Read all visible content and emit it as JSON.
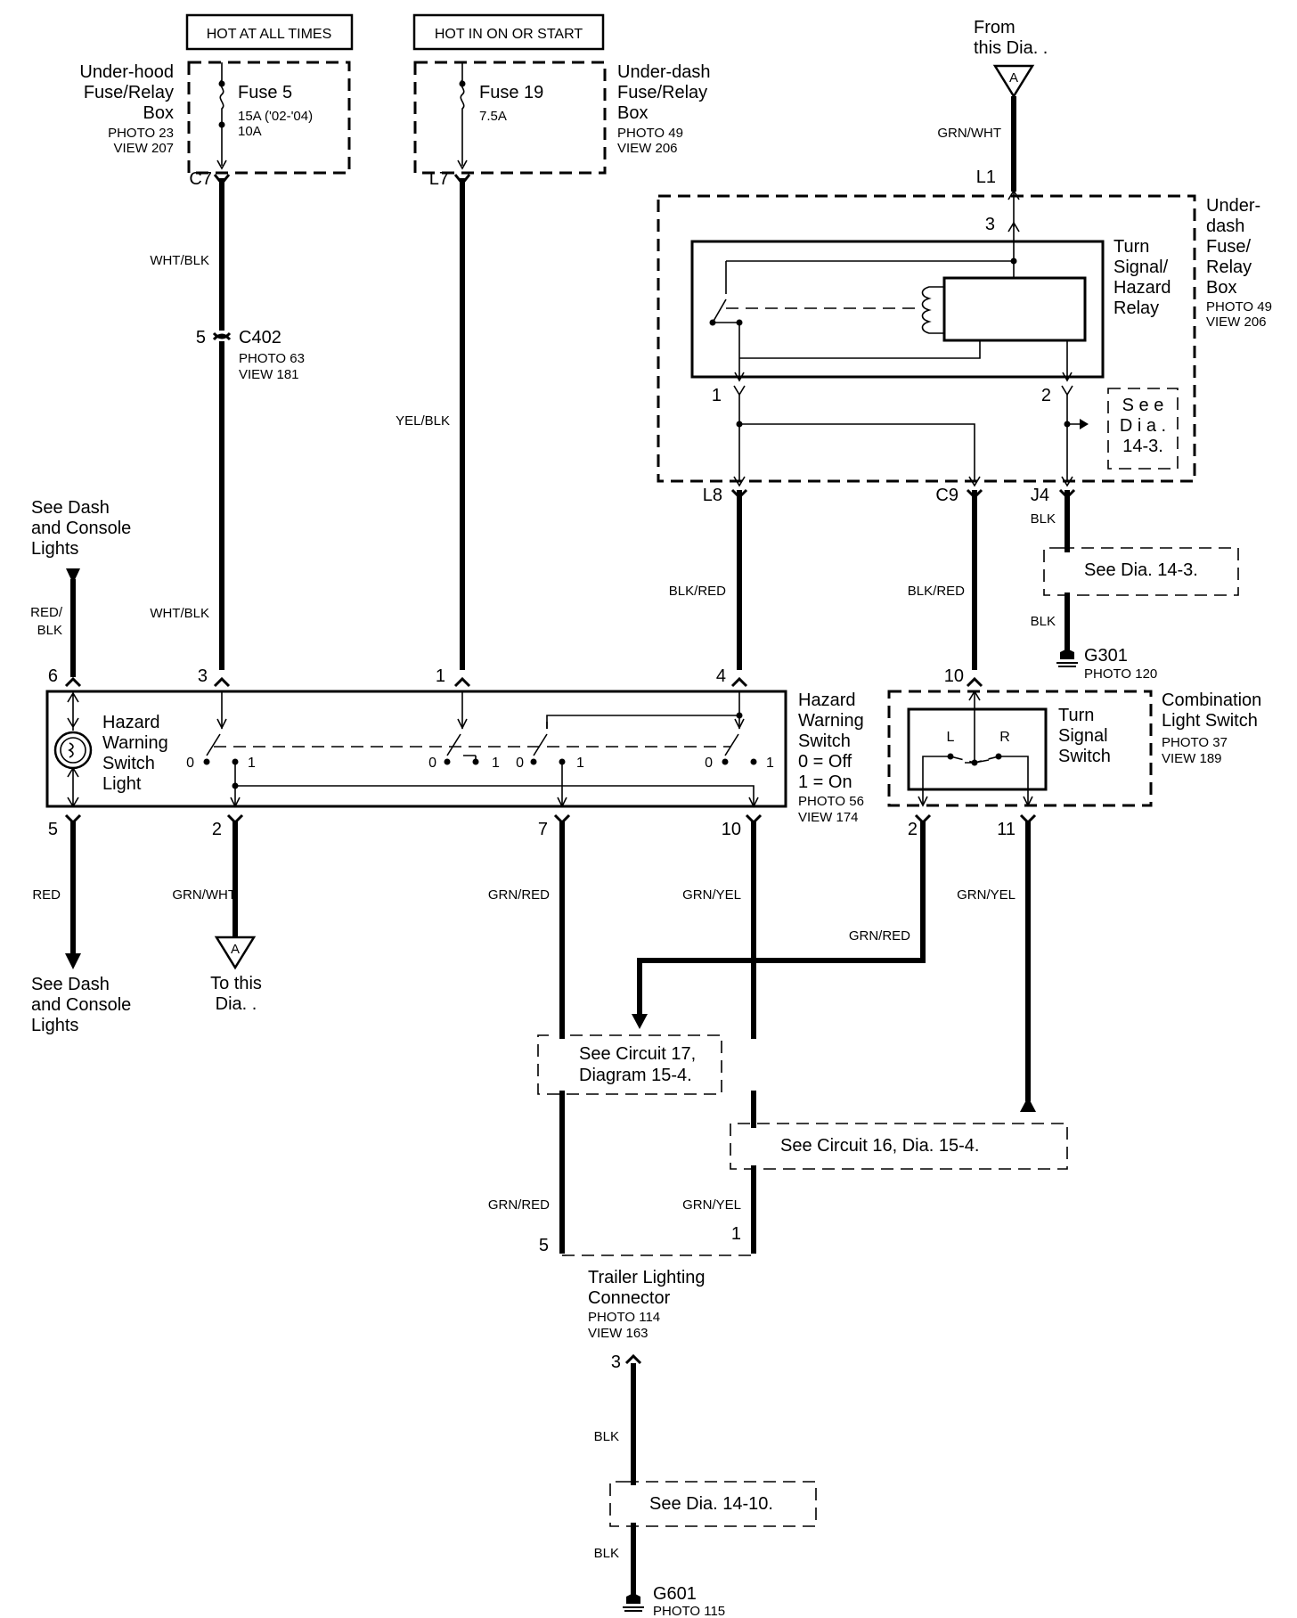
{
  "power": {
    "hot_at_all_times": "HOT AT ALL TIMES",
    "hot_in_on_or_start": "HOT IN ON OR START"
  },
  "underhood_box": {
    "name_lines": [
      "Under-hood",
      "Fuse/Relay",
      "Box"
    ],
    "photo": "PHOTO 23",
    "view": "VIEW 207",
    "fuse": "Fuse  5",
    "rating1": "15A ('02-'04)",
    "rating2": "10A",
    "connector": "C7"
  },
  "underdash_box_left": {
    "name_lines": [
      "Under-dash",
      "Fuse/Relay",
      "Box"
    ],
    "photo": "PHOTO 49",
    "view": "VIEW 206",
    "fuse": "Fuse 19",
    "rating": "7.5A",
    "connector": "L7"
  },
  "from_dia": {
    "line1": "From",
    "line2": "this Dia. .",
    "marker": "A",
    "wire": "GRN/WHT",
    "connector": "L1"
  },
  "underdash_box_right": {
    "name_lines": [
      "Under-",
      "dash",
      "Fuse/",
      "Relay",
      "Box"
    ],
    "photo": "PHOTO 49",
    "view": "VIEW 206",
    "pin_top": "3",
    "pin_left": "1",
    "pin_right": "2"
  },
  "relay": {
    "name_lines": [
      "Turn",
      "Signal/",
      "Hazard",
      "Relay"
    ]
  },
  "see_dia_143_box": {
    "lines": [
      "S e e",
      "D i a .",
      "14-3."
    ]
  },
  "connectors": {
    "l8": "L8",
    "c9": "C9",
    "j4": "J4"
  },
  "wires": {
    "wht_blk_1": "WHT/BLK",
    "wht_blk_2": "WHT/BLK",
    "yel_blk": "YEL/BLK",
    "blk_red_1": "BLK/RED",
    "blk_red_2": "BLK/RED",
    "blk_1": "BLK",
    "blk_2": "BLK",
    "red_blk": [
      "RED/",
      "BLK"
    ],
    "red": "RED",
    "grn_wht": "GRN/WHT",
    "grn_red_1": "GRN/RED",
    "grn_yel_1": "GRN/YEL",
    "grn_red_2": "GRN/RED",
    "grn_yel_2": "GRN/YEL",
    "grn_red_3": "GRN/RED",
    "grn_yel_3": "GRN/YEL",
    "blk_3": "BLK",
    "blk_4": "BLK"
  },
  "c402": {
    "pin": "5",
    "name": "C402",
    "photo": "PHOTO 63",
    "view": "VIEW 181"
  },
  "see_dia_143_dashed": "See Dia. 14-3.",
  "g301": {
    "name": "G301",
    "photo": "PHOTO 120"
  },
  "dash_lights_top": [
    "See Dash",
    "and Console",
    "Lights"
  ],
  "hazard_switch": {
    "light_label": [
      "Hazard",
      "Warning",
      "Switch",
      "Light"
    ],
    "name_lines": [
      "Hazard",
      "Warning",
      "Switch"
    ],
    "legend_off": "0 =  Off",
    "legend_on": "1 =  On",
    "photo": "PHOTO 56",
    "view": "VIEW 174",
    "pins_top": [
      "6",
      "3",
      "1",
      "4"
    ],
    "pins_bottom": [
      "5",
      "2",
      "7",
      "10"
    ],
    "pos0": "0",
    "pos1": "1"
  },
  "combo_switch": {
    "pin_top": "10",
    "pins_bottom": [
      "2",
      "11"
    ],
    "inner_name": [
      "Turn",
      "Signal",
      "Switch"
    ],
    "left": "L",
    "right": "R",
    "name_lines": [
      "Combination",
      "Light Switch"
    ],
    "photo": "PHOTO 37",
    "view": "VIEW 189"
  },
  "dash_lights_bottom": [
    "See Dash",
    "and Console",
    "Lights"
  ],
  "to_dia": {
    "marker": "A",
    "line1": "To this",
    "line2": "Dia. ."
  },
  "see_circuit_17": [
    "See Circuit 17,",
    "Diagram 15-4."
  ],
  "see_circuit_16": "See Circuit 16, Dia. 15-4.",
  "trailer": {
    "pin_left": "5",
    "pin_right": "1",
    "name_lines": [
      "Trailer Lighting",
      "Connector"
    ],
    "photo": "PHOTO 114",
    "view": "VIEW 163",
    "pin3": "3"
  },
  "see_dia_1410": "See Dia. 14-10.",
  "g601": {
    "name": "G601",
    "photo": "PHOTO 115"
  }
}
